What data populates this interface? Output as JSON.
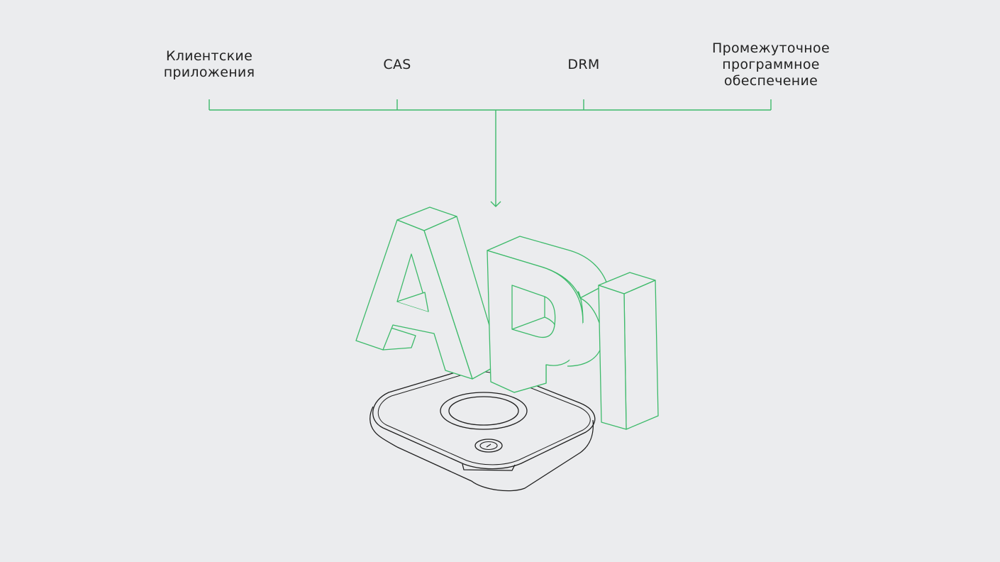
{
  "sources": [
    {
      "id": "client-apps",
      "lines": [
        "Клиентские",
        "приложения"
      ]
    },
    {
      "id": "cas",
      "lines": [
        "CAS"
      ]
    },
    {
      "id": "drm",
      "lines": [
        "DRM"
      ]
    },
    {
      "id": "middleware",
      "lines": [
        "Промежуточное",
        "программное",
        "обеспечение"
      ]
    }
  ],
  "target": {
    "label": "API"
  },
  "colors": {
    "background": "#ebecee",
    "accent": "#3dba6a",
    "device_outline": "#1e1e1e",
    "text": "#222222"
  },
  "icons": {
    "device": "set-top-box-icon",
    "power": "power-button-icon",
    "arrow": "arrow-down-icon"
  }
}
